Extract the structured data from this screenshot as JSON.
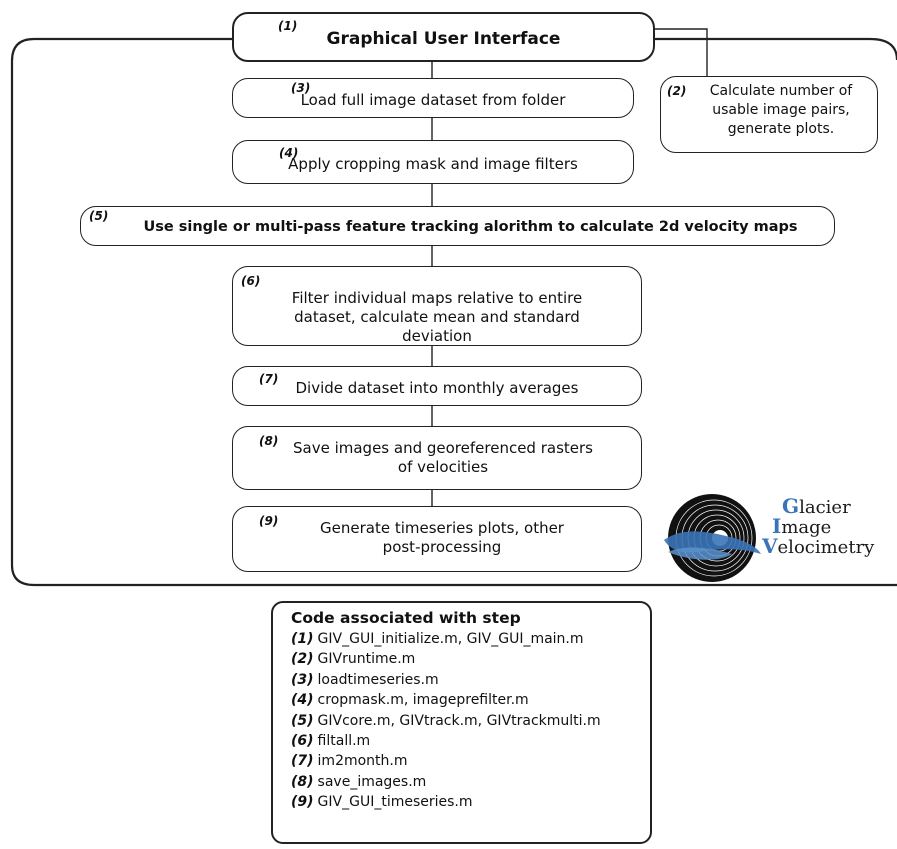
{
  "steps": [
    {
      "num": "(1)",
      "text": "Graphical User Interface"
    },
    {
      "num": "(2)",
      "text": "Calculate number of usable image pairs, generate plots."
    },
    {
      "num": "(3)",
      "text": "Load full image dataset from folder"
    },
    {
      "num": "(4)",
      "text": "Apply cropping mask and image filters"
    },
    {
      "num": "(5)",
      "text": "Use single or multi-pass feature tracking alorithm to calculate 2d velocity maps"
    },
    {
      "num": "(6)",
      "text": "Filter individual maps relative to entire dataset, calculate mean and standard deviation"
    },
    {
      "num": "(7)",
      "text": "Divide dataset into monthly averages"
    },
    {
      "num": "(8)",
      "text": "Save images and georeferenced rasters of velocities"
    },
    {
      "num": "(9)",
      "text": "Generate timeseries plots, other post-processing"
    }
  ],
  "code": {
    "title": "Code associated with step",
    "lines": [
      {
        "num": "(1)",
        "files": "GIV_GUI_initialize.m, GIV_GUI_main.m"
      },
      {
        "num": "(2)",
        "files": "GIVruntime.m"
      },
      {
        "num": "(3)",
        "files": "loadtimeseries.m"
      },
      {
        "num": "(4)",
        "files": "cropmask.m, imageprefilter.m"
      },
      {
        "num": "(5)",
        "files": "GIVcore.m, GIVtrack.m, GIVtrackmulti.m"
      },
      {
        "num": "(6)",
        "files": "filtall.m"
      },
      {
        "num": "(7)",
        "files": "im2month.m"
      },
      {
        "num": "(8)",
        "files": "save_images.m"
      },
      {
        "num": "(9)",
        "files": "GIV_GUI_timeseries.m"
      }
    ]
  },
  "logo": {
    "line1_cap": "G",
    "line1_rest": "lacier",
    "line2_cap": "I",
    "line2_rest": "mage",
    "line3_cap": "V",
    "line3_rest": "elocimetry",
    "accent": "#3a74b8"
  }
}
